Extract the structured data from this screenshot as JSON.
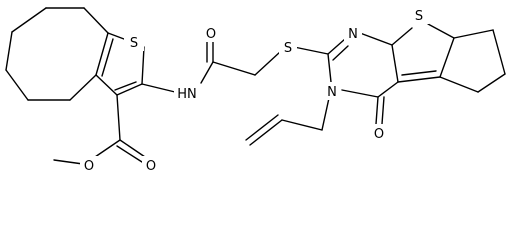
{
  "image": {
    "kind": "chemical-structure-diagram",
    "background": "#ffffff",
    "ink_color": "#000000"
  },
  "atoms": {
    "S_thiophene_left": "S",
    "NH_amide": "HN",
    "O_amide": "O",
    "S_thioether": "S",
    "N_pyrimidine_top": "N",
    "S_thiophene_right": "S",
    "N_pyrimidine_bottom": "N",
    "O_pyrimidinone": "O",
    "O_ester_carbonyl": "O",
    "O_ester_methoxy": "O"
  }
}
